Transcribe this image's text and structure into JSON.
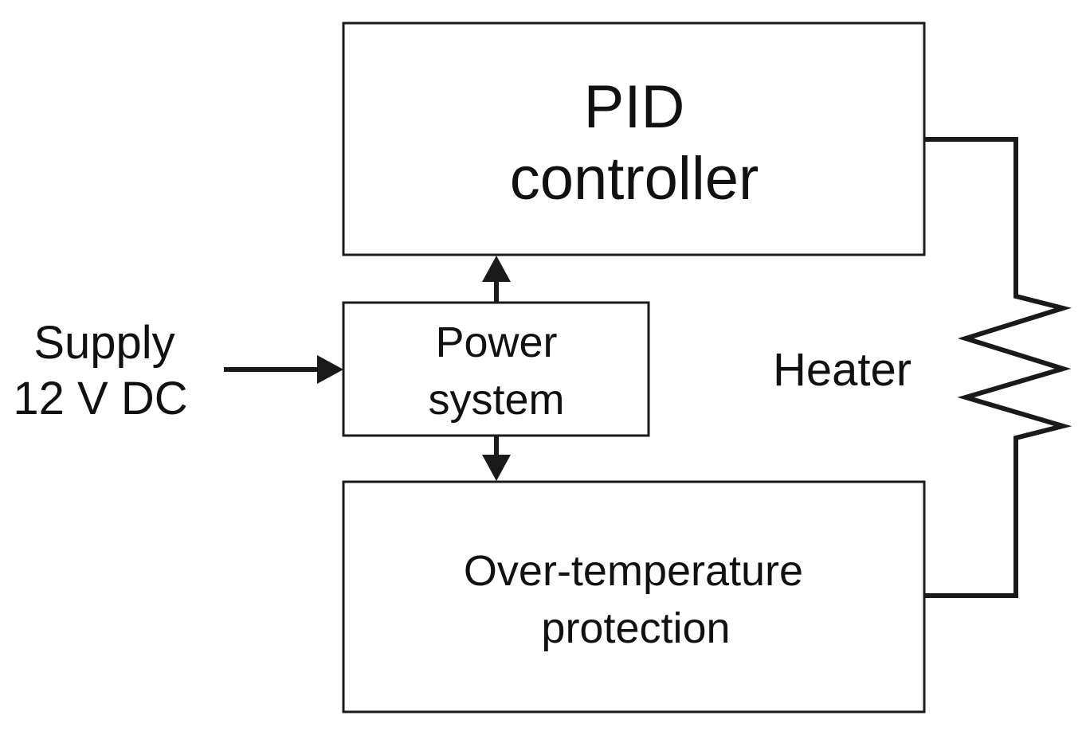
{
  "blocks": {
    "pid_controller": {
      "line1": "PID",
      "line2": "controller"
    },
    "power_system": {
      "line1": "Power",
      "line2": "system"
    },
    "over_temperature_protection": {
      "line1": "Over-temperature",
      "line2": "protection"
    }
  },
  "supply": {
    "line1": "Supply",
    "line2": "12 V DC"
  },
  "heater": {
    "label": "Heater"
  },
  "colors": {
    "stroke": "#1a1a1a",
    "background": "#ffffff",
    "text": "#111111"
  }
}
